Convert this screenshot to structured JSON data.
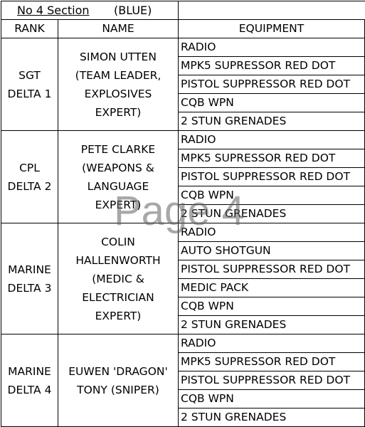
{
  "title": {
    "section": "No 4 Section",
    "colour": "(BLUE)"
  },
  "headers": {
    "rank": "RANK",
    "name": "NAME",
    "equipment": "EQUIPMENT"
  },
  "members": [
    {
      "rank": "SGT DELTA 1",
      "name": "SIMON UTTEN (TEAM LEADER, EXPLOSIVES EXPERT)",
      "equipment": [
        "RADIO",
        "MPK5 SUPRESSOR RED DOT",
        "PISTOL SUPPRESSOR RED DOT",
        "CQB WPN",
        "2 STUN GRENADES"
      ]
    },
    {
      "rank": "CPL DELTA 2",
      "name": "PETE CLARKE (WEAPONS & LANGUAGE EXPERT)",
      "equipment": [
        "RADIO",
        "MPK5 SUPRESSOR RED DOT",
        "PISTOL SUPPRESSOR RED DOT",
        "CQB WPN",
        "2 STUN GRENADES"
      ]
    },
    {
      "rank": "MARINE DELTA 3",
      "name": "COLIN HALLENWORTH (MEDIC & ELECTRICIAN EXPERT)",
      "equipment": [
        "RADIO",
        "AUTO SHOTGUN",
        "PISTOL SUPPRESSOR RED DOT",
        "MEDIC PACK",
        "CQB WPN",
        "2 STUN GRENADES"
      ]
    },
    {
      "rank": "MARINE DELTA 4",
      "name": "EUWEN 'DRAGON' TONY (SNIPER)",
      "equipment": [
        "RADIO",
        "MPK5 SUPRESSOR RED DOT",
        "PISTOL SUPPRESSOR RED DOT",
        "CQB WPN",
        "2 STUN GRENADES"
      ]
    }
  ],
  "watermark": "Page 4"
}
